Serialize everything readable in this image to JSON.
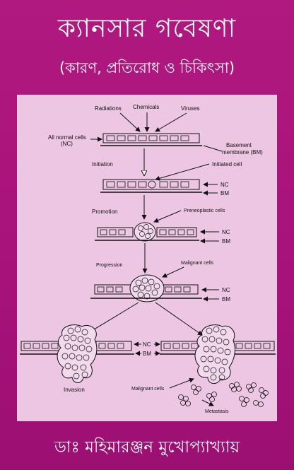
{
  "cover": {
    "title": "ক্যানসার গবেষণা",
    "subtitle": "(কারণ, প্রতিরোধ ও চিকিৎসা)",
    "author": "ডাঃ মহিমারঞ্জন মুখোপ্যাখ্যায়"
  },
  "diagram": {
    "radiations": "Radiations",
    "chemicals": "Chemicals",
    "viruses": "Viruses",
    "all_normal_cells": "All normal cells",
    "nc_paren": "(NC)",
    "basement": "Basement",
    "membrane_bm": "membrane (BM)",
    "initiation": "Initiation",
    "initiated_cell": "Initiated cell",
    "nc": "NC",
    "bm": "BM",
    "promotion": "Promotion",
    "preneoplastic_cells": "Preneoplastic cells",
    "progression": "Progression",
    "malignant_cells": "Malignant cells",
    "invasion": "Invasion",
    "malignant_cells_2": "Malignant cells",
    "metastasis": "Metastasis"
  },
  "colors": {
    "background": "#a8147a",
    "panel": "#edc6e4",
    "text": "#ffffff"
  }
}
